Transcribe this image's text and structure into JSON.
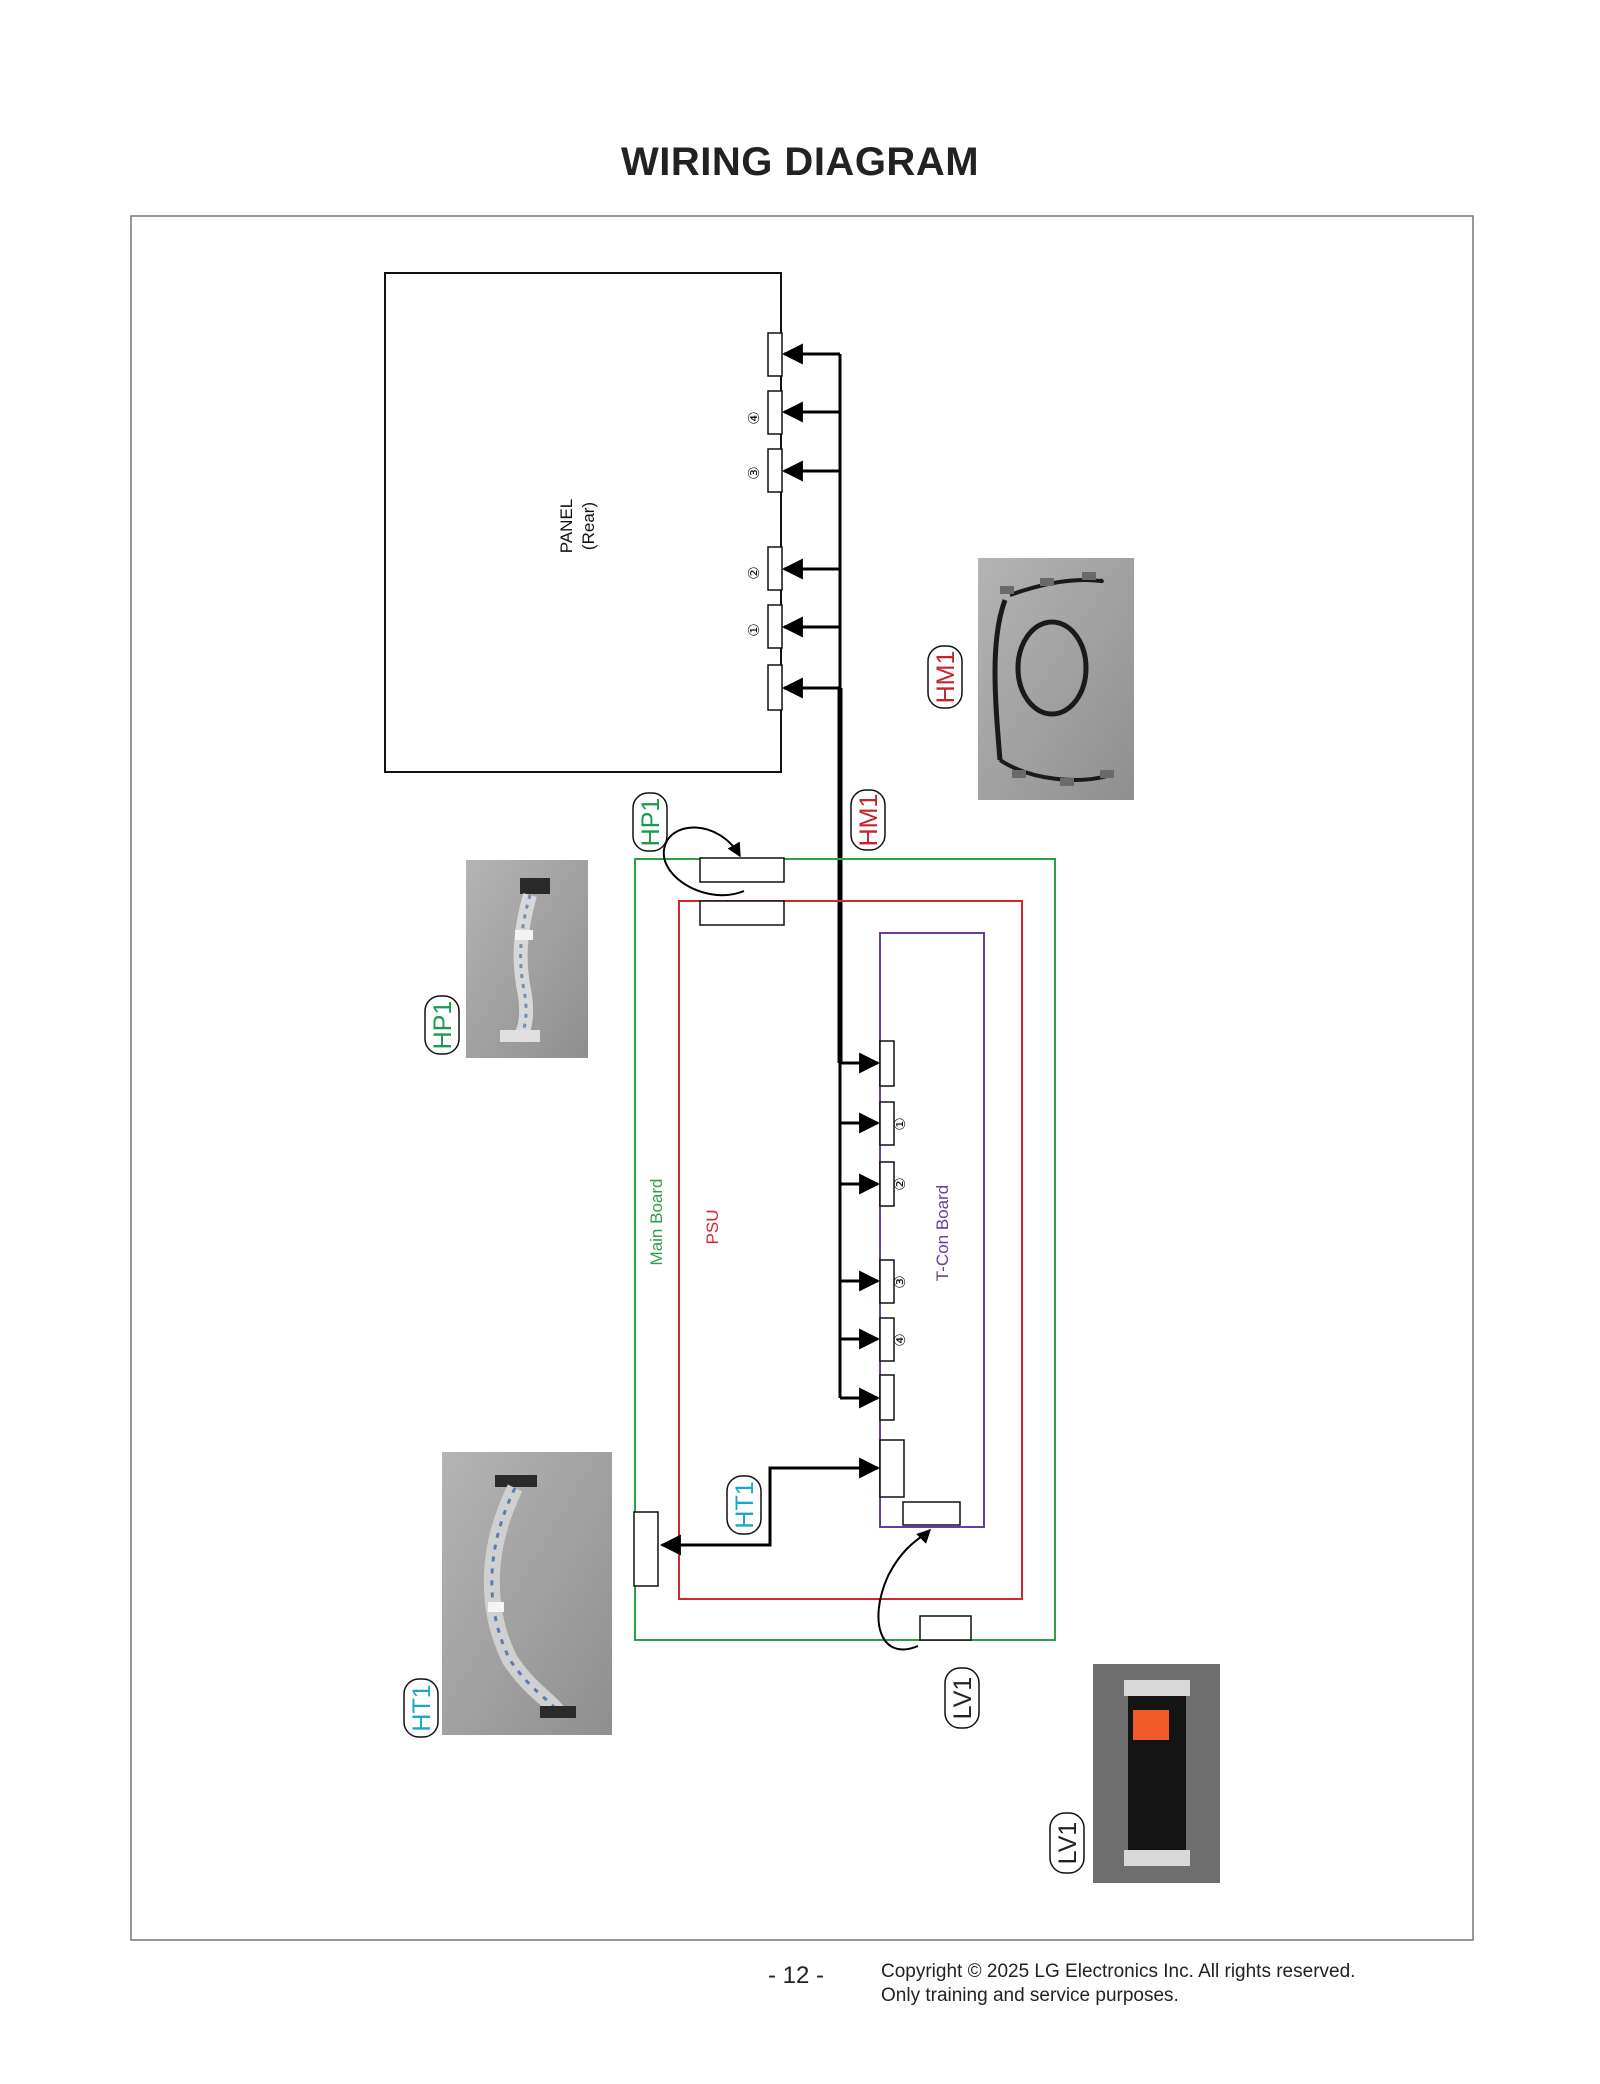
{
  "page": {
    "title": "WIRING DIAGRAM",
    "page_number": "- 12 -",
    "copyright_line1": "Copyright © 2025 LG Electronics Inc. All rights reserved.",
    "copyright_line2": "Only training and service purposes."
  },
  "boards": {
    "panel_label": "PANEL",
    "panel_sublabel": "(Rear)",
    "main_board": "Main Board",
    "psu": "PSU",
    "tcon_board": "T-Con Board"
  },
  "connector_markers": [
    "①",
    "②",
    "③",
    "④"
  ],
  "cables": {
    "hm1": "HM1",
    "hp1": "HP1",
    "ht1": "HT1",
    "lv1": "LV1"
  },
  "colors": {
    "main_board": "#2e9d4e",
    "psu": "#d1262c",
    "tcon_board": "#6a3d9a",
    "hm1": "#c8232c",
    "hp1": "#1a9a4c",
    "ht1": "#1aa7c8",
    "lv1": "#222222"
  }
}
